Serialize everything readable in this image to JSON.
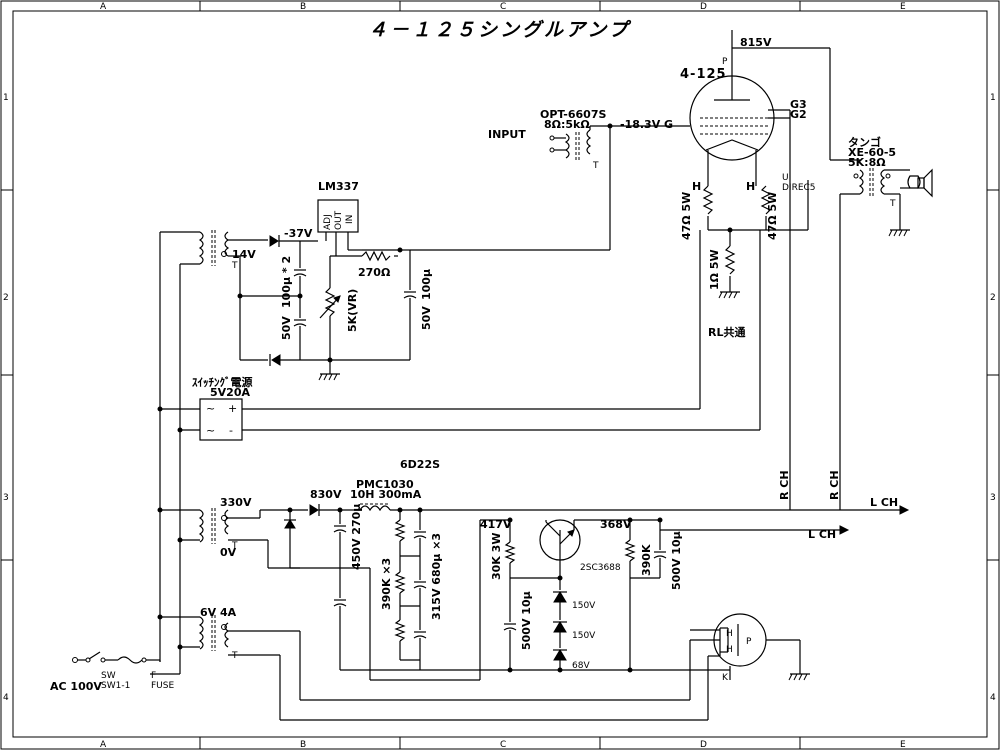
{
  "title": "４－１２５シングルアンプ",
  "border": {
    "cols": [
      "A",
      "B",
      "C",
      "D",
      "E"
    ],
    "rows": [
      "1",
      "2",
      "3",
      "4"
    ]
  },
  "labels": {
    "b_plus": "815V",
    "tube": "4-125",
    "p": "P",
    "g3": "G3",
    "g2": "G2",
    "u": "U",
    "direc": "DIREC5",
    "input": "INPUT",
    "opt_model": "OPT-6607S",
    "opt_ratio": "8Ω:5kΩ",
    "grid_bias": "-18.3V G",
    "t_mark": "T",
    "out_maker": "タンゴ",
    "out_model": "XE-60-5",
    "out_ratio": "5K:8Ω",
    "h1": "H",
    "h2": "H",
    "r47a": "47Ω 5W",
    "r47b": "47Ω 5W",
    "r1": "1Ω 5W",
    "rl": "RL共通",
    "lm337": "LM337",
    "adj": "ADJ",
    "out": "OUT",
    "in": "IN",
    "minus37": "-37V",
    "v14": "14V",
    "c100x2": "100μ * 2",
    "c50v": "50V",
    "r270": "270Ω",
    "vr5k": "5K(VR)",
    "c100": "100μ",
    "c50v2": "50V",
    "swps": "ｽｲｯﾁﾝｸﾞ電源",
    "v5a20": "5V20A",
    "ac": "~",
    "plus": "+",
    "minus": "-",
    "d6d22s": "6D22S",
    "v830": "830V",
    "choke_model": "PMC1030",
    "choke_spec": "10H 300mA",
    "v330": "330V",
    "v0": "0V",
    "c450": "450V 270μ",
    "r390x3": "390K ×3",
    "c680": "315V 680μ ×3",
    "v417": "417V",
    "r30k": "30K 3W",
    "c500a": "500V 10μ",
    "v368": "368V",
    "q": "2SC3688",
    "r390k": "390K",
    "c500b": "500V 10μ",
    "z150a": "150V",
    "z150b": "150V",
    "z68": "68V",
    "rch1": "R CH",
    "rch2": "R CH",
    "lch1": "L CH",
    "lch2": "L CH",
    "v6": "6V 4A",
    "ac100": "AC 100V",
    "sw": "SW",
    "sw11": "SW1-1",
    "f": "F",
    "fuse": "FUSE",
    "k": "K"
  },
  "colors": {
    "ink": "#000000",
    "paper": "#ffffff"
  }
}
